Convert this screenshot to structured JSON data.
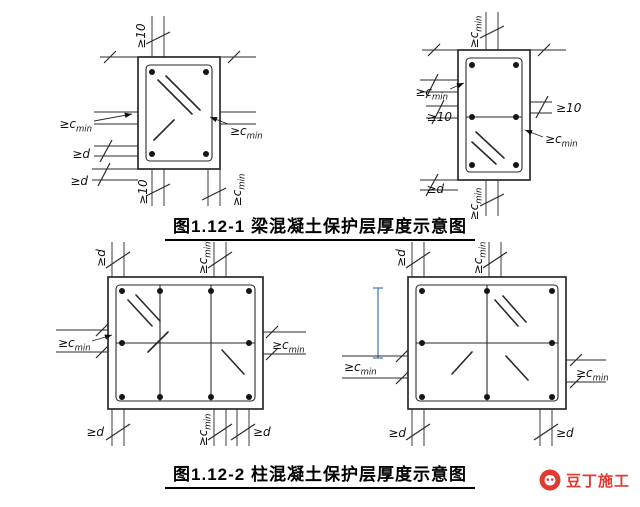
{
  "figure1": {
    "caption": "图1.12-1 梁混凝土保护层厚度示意图"
  },
  "figure2": {
    "caption": "图1.12-2 柱混凝土保护层厚度示意图"
  },
  "dim_labels": {
    "ge_ten": "≥10",
    "ge_c": "≥c",
    "min_sub": "min",
    "ge_d": "≥d"
  },
  "logo": {
    "text": "豆丁施工"
  },
  "colors": {
    "line": "#2a2a2a",
    "accent_blue": "#4a7fc1",
    "logo_red": "#e23a2e"
  }
}
